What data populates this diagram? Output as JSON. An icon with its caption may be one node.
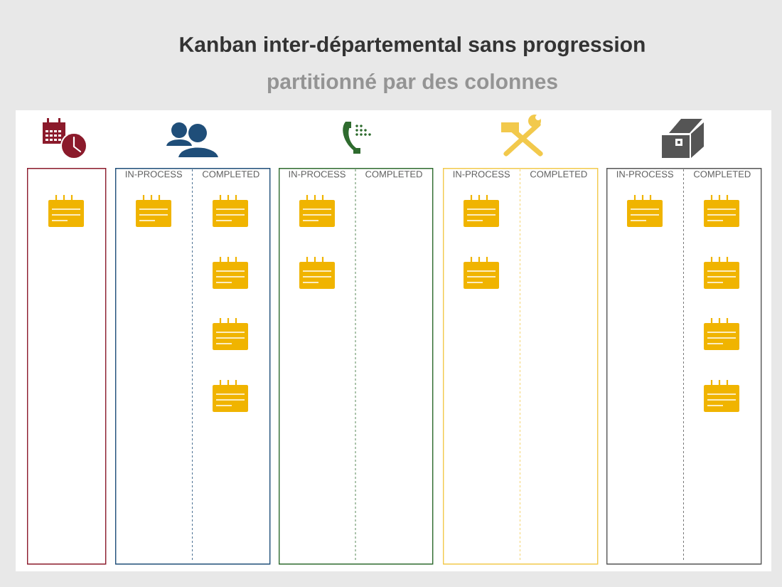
{
  "diagram": {
    "title": "Kanban inter-départemental sans progression",
    "caption": "partitionné par des colonnes",
    "nodes": [
      {
        "text": [],
        "shape": "box"
      },
      {
        "text": [
          "IN-PROCESS",
          "COMPLETED"
        ]
      },
      {
        "text": [
          "IN-PROCESS",
          "COMPLETED"
        ]
      },
      {
        "text": [
          "IN-PROCESS",
          "COMPLETED"
        ]
      },
      {
        "text": [
          "IN-PROCESS",
          "COMPLETED"
        ]
      }
    ]
  }
}
